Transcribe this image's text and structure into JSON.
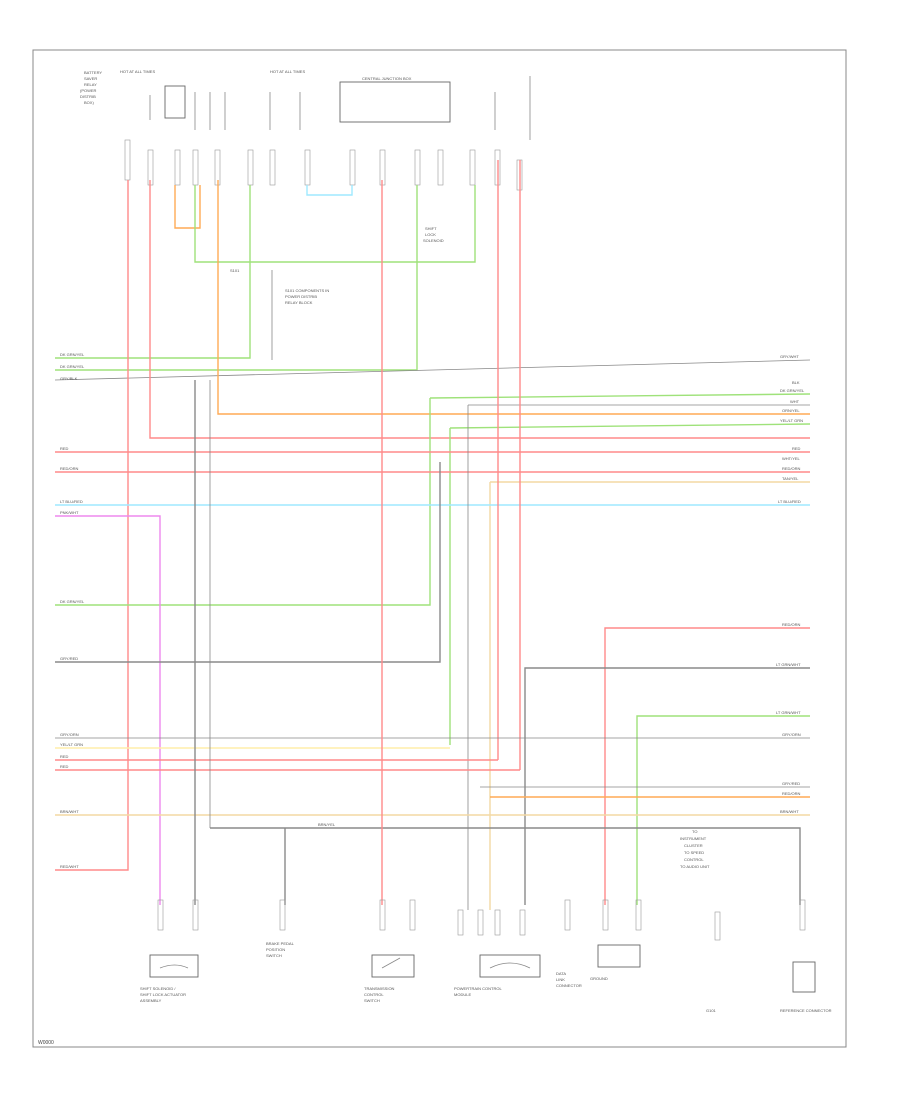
{
  "diagram": {
    "footer_code": "W0000 ",
    "colors": {
      "red": "#ff8a8a",
      "green": "#9fe27a",
      "orange": "#ffaa55",
      "lightblue": "#9fe9ff",
      "pink": "#ee88ee",
      "yellow": "#ffeeaa",
      "tan": "#f3d9a4",
      "gray": "#8a8a8a",
      "border": "#777777"
    },
    "top_labels": {
      "battery_note": "BATTERY\nSAVER\nRELAY\n(POWER\nDISTRIB\nBOX)",
      "hot_all_times_1": "HOT AT ALL TIMES",
      "hot_all_times_2": "HOT AT ALL TIMES",
      "junction_box": "CENTRAL JUNCTION\nBOX"
    },
    "splice_note": "S101\nCOMPONENTS IN\nPOWER DISTRIB\nRELAY BLOCK",
    "connectors": [
      {
        "name": "SHIFT SOLENOID / SHIFT LOCK ACTUATOR ASSEMBLY"
      },
      {
        "name": "BRAKE PEDAL POSITION SWITCH"
      },
      {
        "name": "TRANSMISSION CONTROL SWITCH"
      },
      {
        "name": "POWERTRAIN CONTROL MODULE"
      },
      {
        "name": "DATA LINK CONNECTOR"
      },
      {
        "name": "GROUND"
      },
      {
        "name": "REFERENCE CONNECTOR"
      }
    ],
    "left_wire_labels": [
      "DK GRN/YEL",
      "DK GRN/YEL",
      "GRY/BLK",
      "RED",
      "RED/ORN",
      "LT BLU/RED",
      "PNK/WHT",
      "DK GRN/YEL",
      "GRY/RED",
      "GRY/ORN",
      "YEL/LT GRN",
      "RED",
      "RED",
      "BRN/WHT",
      "RED/WHT"
    ],
    "right_wire_labels": [
      "GRY/WHT",
      "BLK",
      "DK GRN/YEL",
      "WHT",
      "ORN/YEL",
      "YEL/LT GRN",
      "RED",
      "WHT/YEL",
      "RED/ORN",
      "TAN/YEL",
      "LT BLU/RED",
      "RED/ORN",
      "LT GRN/WHT",
      "LT GRN/WHT",
      "GRY/ORN",
      "GRY/RED",
      "RED/ORN",
      "BRN/WHT"
    ],
    "bottom_ground_label": "BRN/YEL",
    "callout_note": "TO\nINSTRUMENT\nCLUSTER\nTO SPEED\nCONTROL\nTO AUDIO UNIT"
  }
}
